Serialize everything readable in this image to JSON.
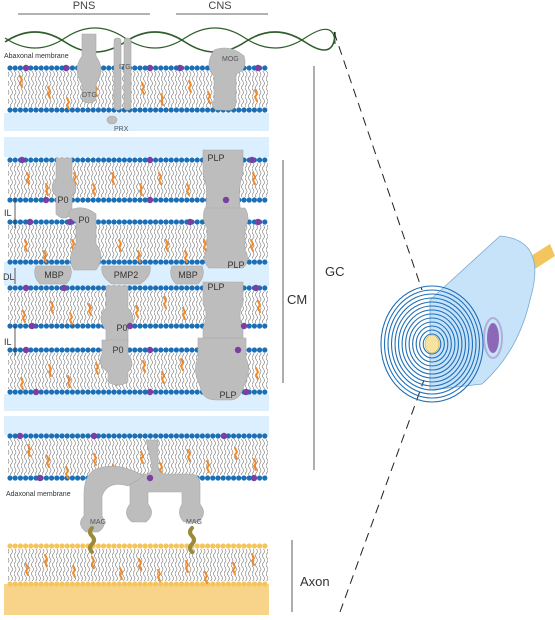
{
  "header": {
    "left": "PNS",
    "right": "CNS"
  },
  "labels": {
    "abaxonal": "Abaxonal membrane",
    "adaxonal": "Adaxonal membrane",
    "il": "IL",
    "dl": "DL",
    "cm": "CM",
    "gc": "GC",
    "axon": "Axon"
  },
  "proteins": {
    "p0": "P0",
    "plp": "PLP",
    "mbp": "MBP",
    "pmp2": "PMP2",
    "mag": "MAG",
    "mog": "MOG",
    "prx": "PRX",
    "dtg": "DTG",
    "itg": "ITG"
  },
  "colors": {
    "head_blue": "#1a6fb6",
    "lipid_orange": "#f08a2c",
    "glyco_purple": "#7a3fa0",
    "protein_gray": "#bdbdbd",
    "cytoplasm_blue": "#dcefff",
    "axon_yellow": "#f4c55c",
    "wave_green": "#2f5e2c",
    "mag_link": "#9b8a3a"
  }
}
